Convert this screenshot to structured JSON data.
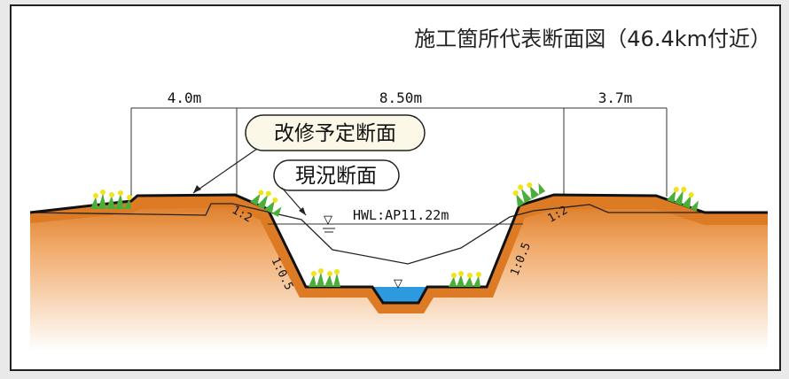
{
  "title": "施工箇所代表断面図（46.4km付近）",
  "dimensions": {
    "left_berm": "4.0m",
    "channel_width": "8.50m",
    "right_berm": "3.7m"
  },
  "callouts": {
    "planned_section": "改修予定断面",
    "current_section": "現況断面"
  },
  "slopes": {
    "left_upper": "1:2",
    "left_lower": "1:0.5",
    "right_upper": "1:2",
    "right_lower": "1:0.5"
  },
  "water_level": {
    "label": "HWL:AP11.22m",
    "hwl_symbol": "▽",
    "normal_symbol": "▽"
  },
  "colors": {
    "soil_top": "#d9741c",
    "soil_mid": "#f0a866",
    "soil_bottom": "#ffffff",
    "water": "#2d9ae0",
    "callout_fill": "#fbf8e7",
    "grass": "#4cae3a",
    "flower": "#f2e21a"
  }
}
